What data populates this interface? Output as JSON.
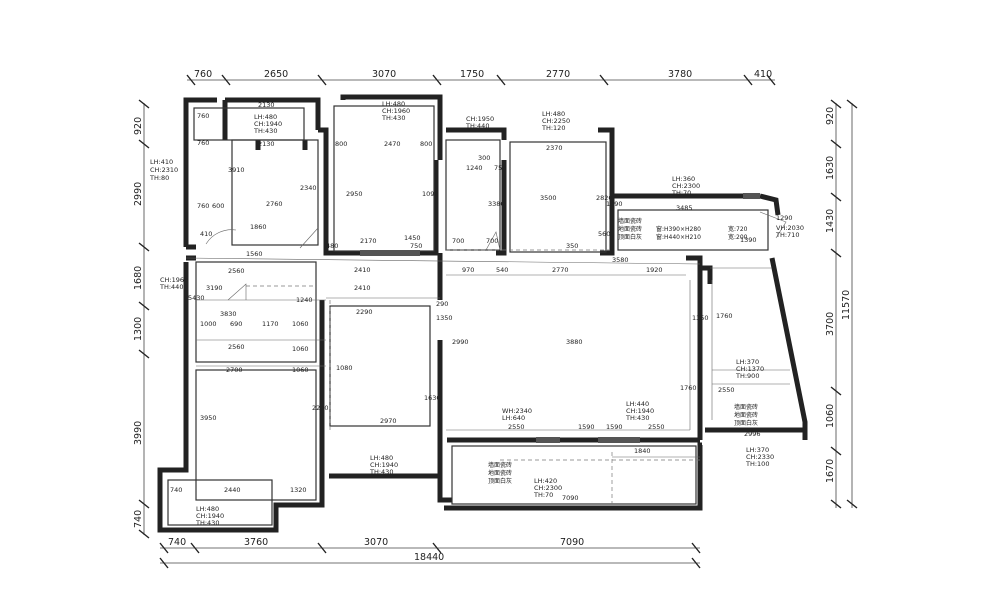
{
  "top_dims": [
    "760",
    "2650",
    "3070",
    "1750",
    "2770",
    "3780",
    "410"
  ],
  "bottom_dims": [
    "740",
    "3760",
    "3070",
    "7090"
  ],
  "bottom_total": "18440",
  "left_dims": [
    "920",
    "2990",
    "1680",
    "1300",
    "3990",
    "740"
  ],
  "right_dims": [
    "920",
    "1630",
    "1430",
    "3700",
    "1060",
    "1670"
  ],
  "right_total": "11570",
  "rooms": [
    {
      "id": "r1",
      "lines": [
        "LH:410",
        "CH:2310",
        "TH:80"
      ]
    },
    {
      "id": "r2",
      "lines": [
        "LH:480",
        "CH:1940",
        "TH:430"
      ]
    },
    {
      "id": "r3",
      "lines": [
        "LH:480",
        "CH:1960",
        "TH:430"
      ]
    },
    {
      "id": "r4",
      "lines": [
        "CH:1950",
        "TH:440"
      ]
    },
    {
      "id": "r5",
      "lines": [
        "LH:480",
        "CH:2250",
        "TH:120"
      ]
    },
    {
      "id": "r6",
      "lines": [
        "LH:360",
        "CH:2300",
        "TH:70"
      ]
    },
    {
      "id": "r7",
      "lines": [
        "CH:1960",
        "TH:440"
      ]
    },
    {
      "id": "r8",
      "lines": [
        "WH:2340",
        "LH:640"
      ]
    },
    {
      "id": "r9",
      "lines": [
        "LH:440",
        "CH:1940",
        "TH:430"
      ]
    },
    {
      "id": "r10",
      "lines": [
        "LH:480",
        "CH:1940",
        "TH:430"
      ]
    },
    {
      "id": "r11",
      "lines": [
        "LH:420",
        "CH:2300",
        "TH:70"
      ]
    },
    {
      "id": "r12",
      "lines": [
        "LH:480",
        "CH:1940",
        "TH:430"
      ]
    },
    {
      "id": "r13",
      "lines": [
        "LH:370",
        "CH:1370",
        "TH:900"
      ]
    },
    {
      "id": "r14",
      "lines": [
        "LH:370",
        "CH:2330",
        "TH:100"
      ]
    },
    {
      "id": "r15",
      "lines": [
        "VH:2030",
        "TH:710"
      ]
    }
  ],
  "notes": [
    {
      "id": "n1",
      "lines": [
        "墙面瓷砖",
        "地面瓷砖",
        "顶面白灰"
      ]
    },
    {
      "id": "n2",
      "lines": [
        "墙面瓷砖",
        "地面瓷砖",
        "顶面白灰"
      ]
    },
    {
      "id": "n3",
      "lines": [
        "墙面瓷砖",
        "地面瓷砖",
        "顶面白灰"
      ]
    },
    {
      "id": "n4",
      "lines": [
        "窗:H390×H280",
        "窗:H440×H210"
      ]
    },
    {
      "id": "n5",
      "lines": [
        "宽:720",
        "宽:200"
      ]
    }
  ],
  "inner_dims": [
    "2130",
    "2130",
    "2760",
    "1860",
    "1560",
    "2560",
    "1000",
    "690",
    "1170",
    "1060",
    "2560",
    "1060",
    "2700",
    "1060",
    "2440",
    "1320",
    "740",
    "2470",
    "2170",
    "2410",
    "2410",
    "2290",
    "2970",
    "1240",
    "2370",
    "3485",
    "2770",
    "1920",
    "2550",
    "1590",
    "1590",
    "2550",
    "1840",
    "7090",
    "2996",
    "3880",
    "760",
    "760",
    "760",
    "600",
    "800",
    "800",
    "480",
    "750",
    "700",
    "700",
    "750",
    "300",
    "350",
    "540",
    "970",
    "290",
    "1350",
    "1240",
    "3190",
    "5430",
    "3830",
    "3950",
    "2230",
    "1080",
    "1630",
    "2990",
    "1450",
    "3380",
    "3500",
    "2820",
    "3580",
    "1350",
    "1760",
    "1760",
    "2550",
    "1390",
    "2340",
    "410",
    "3910",
    "2950",
    "1090",
    "1190",
    "560",
    "1290"
  ]
}
